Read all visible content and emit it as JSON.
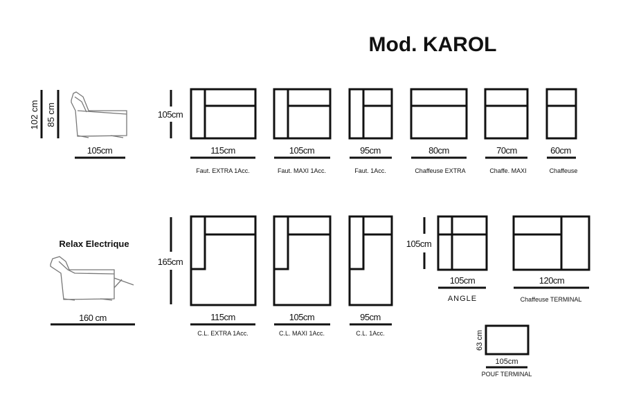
{
  "title": "Mod. KAROL",
  "side_view": {
    "height_total": "102 cm",
    "height_seat": "85 cm",
    "depth": "105cm"
  },
  "relax": {
    "label": "Relax Electrique",
    "length": "160 cm"
  },
  "top_row": {
    "height": "105cm",
    "modules": [
      {
        "width": "115cm",
        "name": "Faut. EXTRA 1Acc."
      },
      {
        "width": "105cm",
        "name": "Faut. MAXI 1Acc."
      },
      {
        "width": "95cm",
        "name": "Faut. 1Acc."
      },
      {
        "width": "80cm",
        "name": "Chaffeuse EXTRA"
      },
      {
        "width": "70cm",
        "name": "Chaffe. MAXI"
      },
      {
        "width": "60cm",
        "name": "Chaffeuse"
      }
    ]
  },
  "bottom_row": {
    "height": "165cm",
    "modules": [
      {
        "width": "115cm",
        "name": "C.L. EXTRA 1Acc."
      },
      {
        "width": "105cm",
        "name": "C.L. MAXI 1Acc."
      },
      {
        "width": "95cm",
        "name": "C.L. 1Acc."
      }
    ]
  },
  "angle": {
    "height": "105cm",
    "width": "105cm",
    "name": "ANGLE"
  },
  "terminal": {
    "width": "120cm",
    "name": "Chaffeuse  TERMINAL"
  },
  "pouf": {
    "height": "63 cm",
    "width": "105cm",
    "name": "POUF  TERMINAL"
  }
}
